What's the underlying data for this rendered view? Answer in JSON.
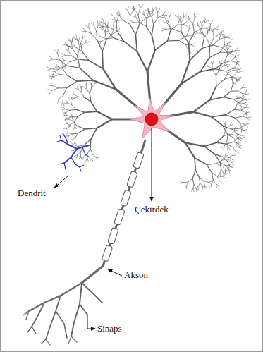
{
  "diagram": {
    "labels": [
      "Dendrit",
      "Çekirdek",
      "Akson",
      "Sinaps"
    ]
  }
}
